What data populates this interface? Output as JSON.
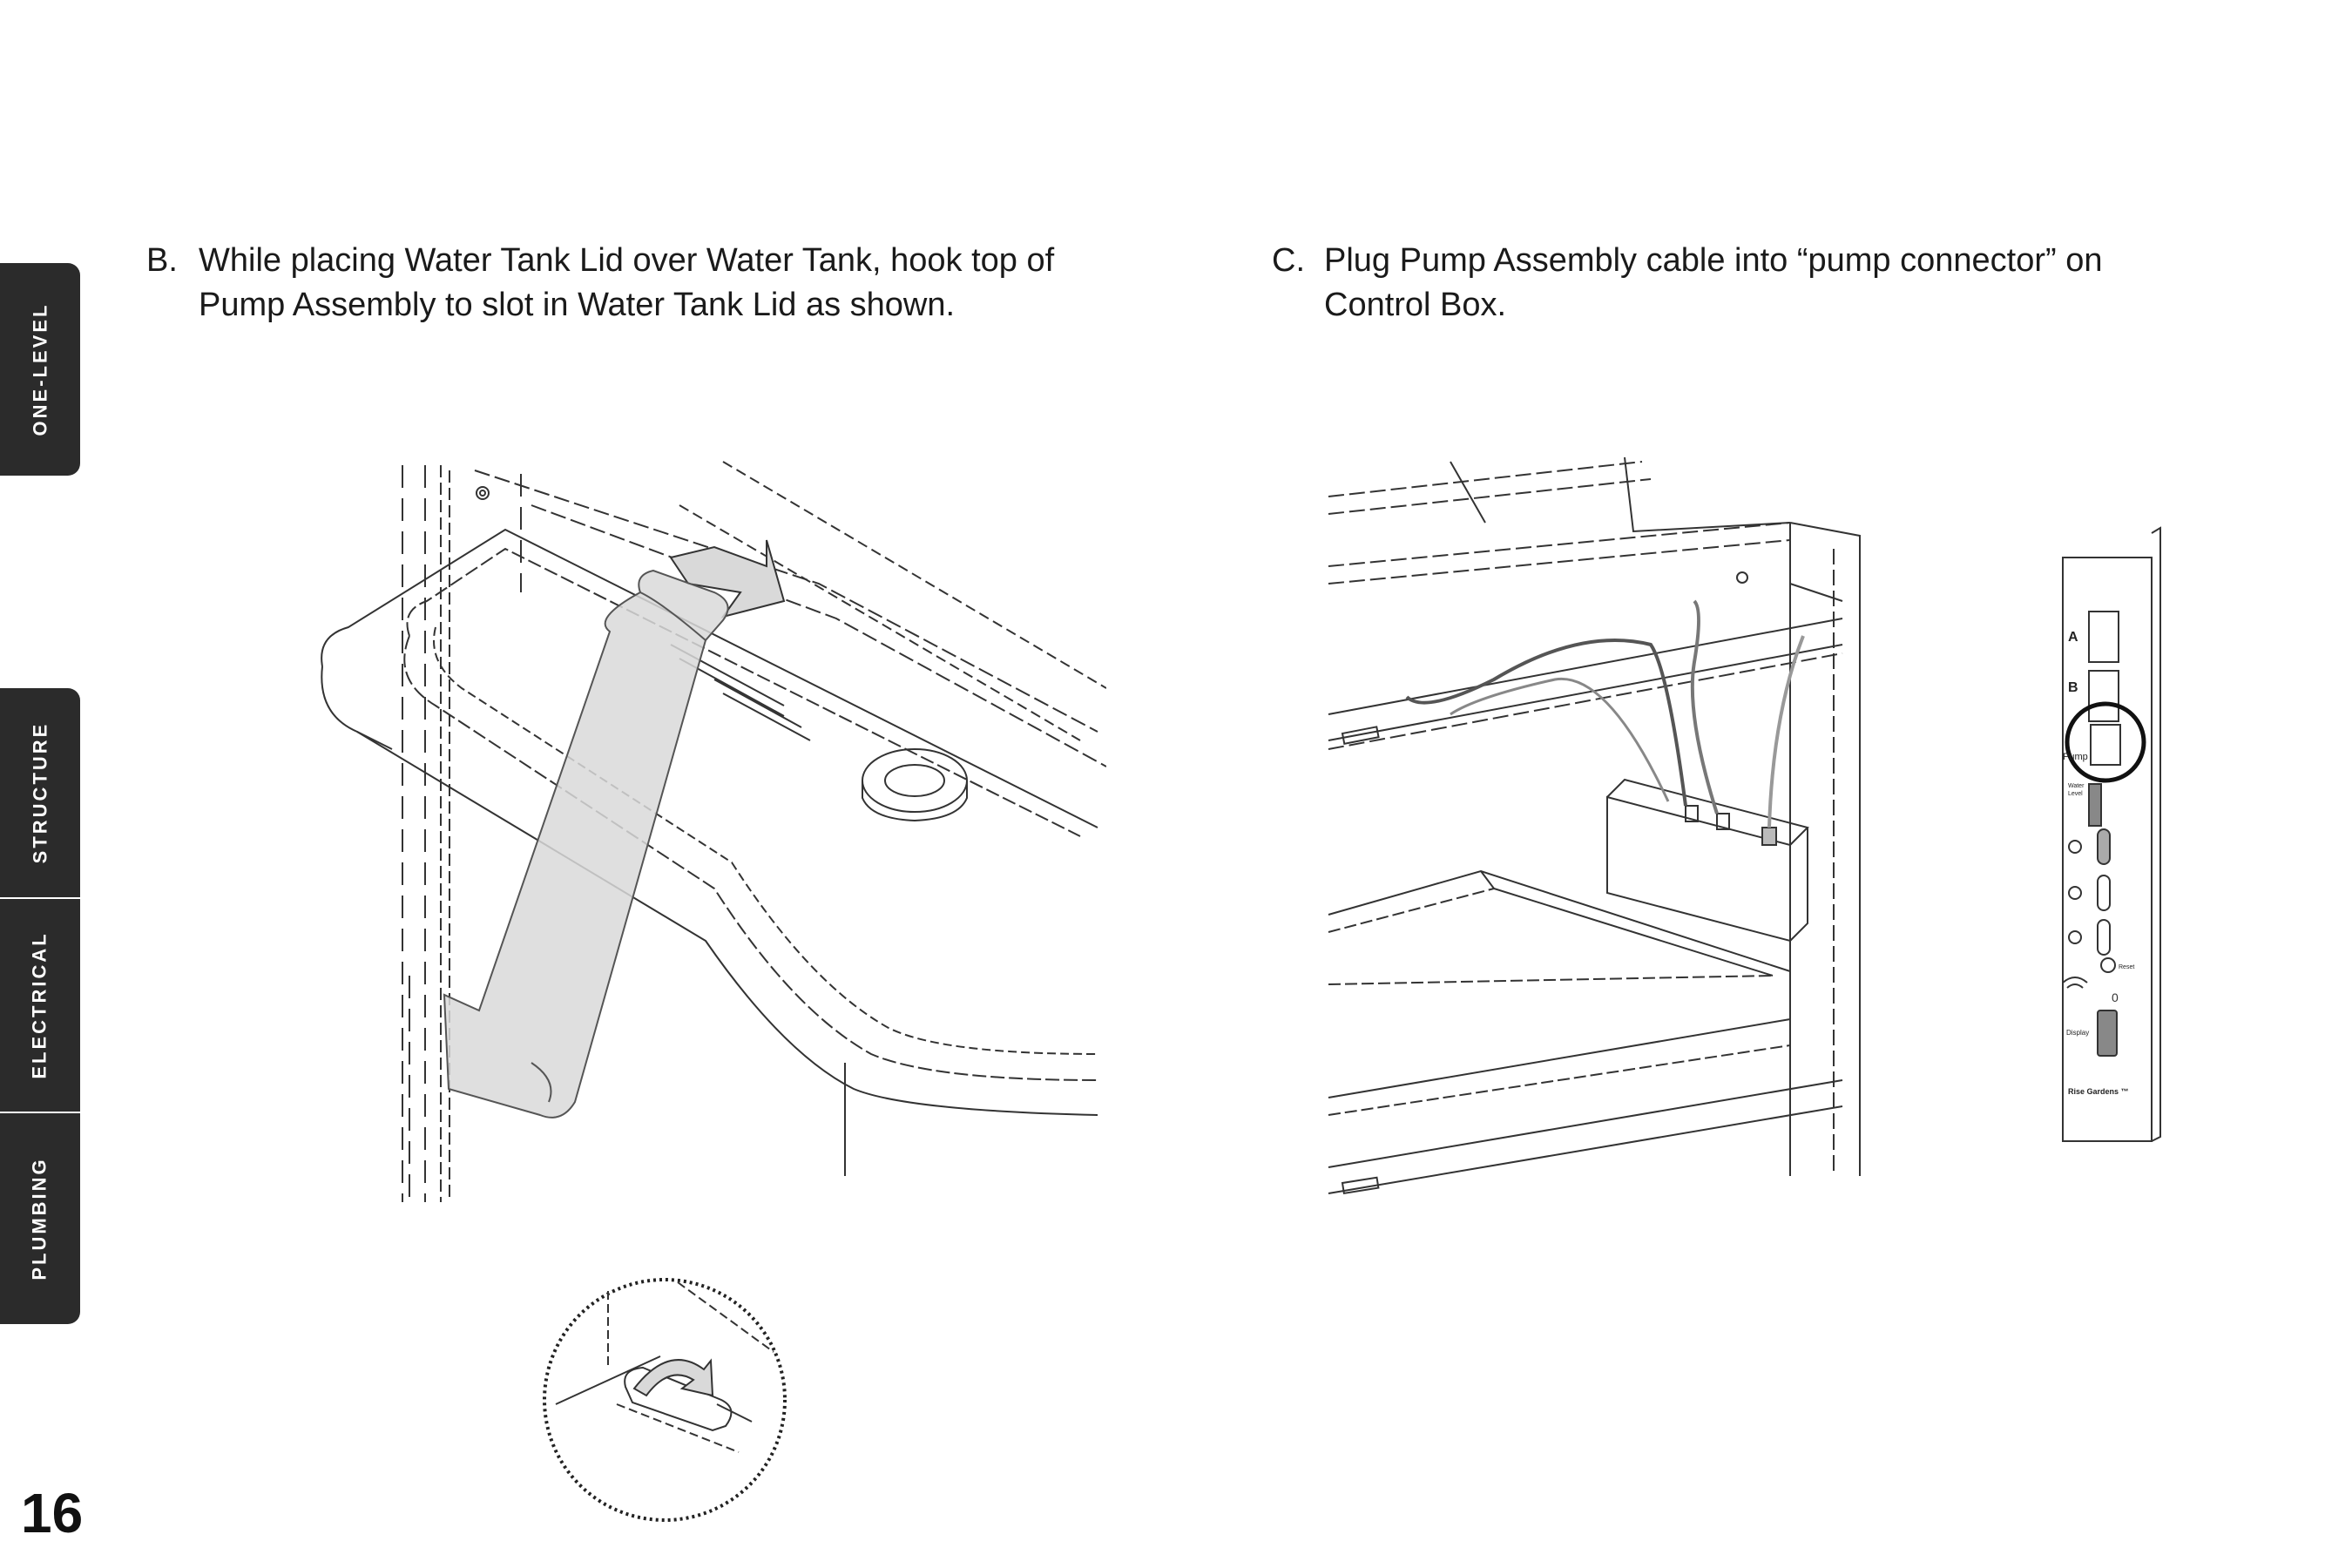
{
  "side_tabs": {
    "one_level": "ONE-LEVEL",
    "structure": "STRUCTURE",
    "electrical": "ELECTRICAL",
    "plumbing": "PLUMBING"
  },
  "page_number": "16",
  "steps": {
    "b": {
      "letter": "B.",
      "line1": "While placing Water Tank Lid over Water Tank, hook top of",
      "line2": "Pump Assembly to slot in Water Tank Lid as shown."
    },
    "c": {
      "letter": "C.",
      "line1": "Plug Pump Assembly cable into “pump connector” on",
      "line2": "Control Box."
    }
  },
  "control_panel": {
    "label_a": "A",
    "label_b": "B",
    "label_pump": "Pump",
    "label_water": "Water",
    "label_level": "Level",
    "label_reset": "Reset",
    "label_display": "Display",
    "label_zero": "0",
    "brand": "Rise Gardens ™"
  },
  "colors": {
    "tab_background": "#2b2b2b",
    "pump_highlight": "#d9d9d9"
  }
}
